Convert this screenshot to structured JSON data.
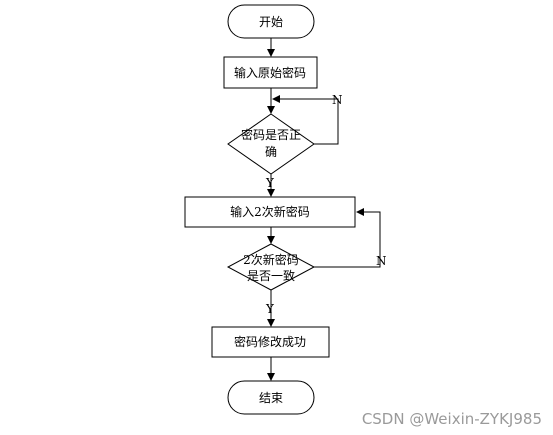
{
  "nodes": {
    "start": "开始",
    "input_original": "输入原始密码",
    "check_line1": "密码是否正",
    "check_line2": "确",
    "input_new": "输入2次新密码",
    "compare_line1": "2次新密码",
    "compare_line2": "是否一致",
    "success": "密码修改成功",
    "end": "结束"
  },
  "labels": {
    "no1": "N",
    "yes1": "Y",
    "no2": "N",
    "yes2": "Y"
  },
  "watermark": "CSDN @Weixin-ZYKJ985",
  "colors": {
    "stroke": "#000000",
    "background": "#ffffff",
    "watermark": "#9a9a9a"
  }
}
